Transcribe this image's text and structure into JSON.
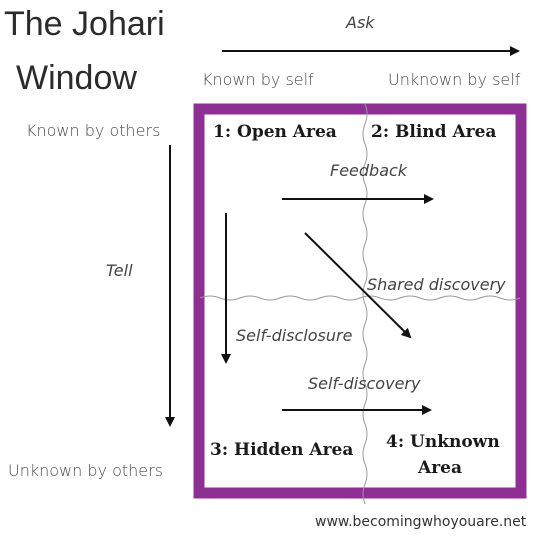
{
  "title": {
    "line1": "The Johari",
    "line2": "Window"
  },
  "top_axis": {
    "label": "Ask",
    "left": "Known by self",
    "right": "Unknown by self"
  },
  "left_axis": {
    "label": "Tell",
    "top": "Known by others",
    "bottom": "Unknown by others"
  },
  "quadrants": {
    "open": "1: Open Area",
    "blind": "2: Blind Area",
    "hidden": "3: Hidden Area",
    "unknown_line1": "4: Unknown",
    "unknown_line2": "Area"
  },
  "arrows": {
    "feedback": "Feedback",
    "shared_discovery": "Shared discovery",
    "self_disclosure": "Self-disclosure",
    "self_discovery": "Self-discovery"
  },
  "footer": {
    "url": "www.becomingwhoyouare.net"
  },
  "colors": {
    "frame": "#8e2f94",
    "divider": "#9a9a9a",
    "arrow": "#111111"
  }
}
